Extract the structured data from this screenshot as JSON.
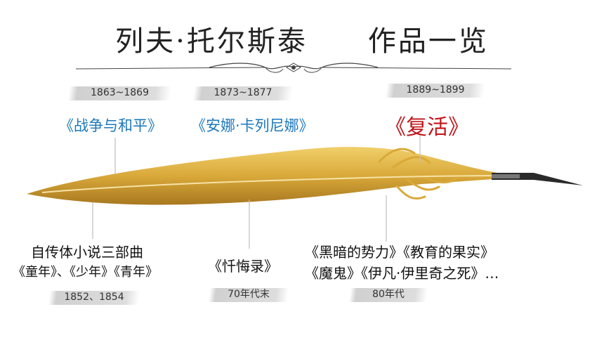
{
  "title": "列夫·托尔斯泰　　作品一览",
  "periods": {
    "p1": "1863~1869",
    "p2": "1873~1877",
    "p3": "1889~1899",
    "p4": "1852、1854",
    "p5": "70年代末",
    "p6": "80年代"
  },
  "works": {
    "war_and_peace": "《战争与和平》",
    "anna": "《安娜·卡列尼娜》",
    "resurrection": "《复活》",
    "trilogy_line1": "自传体小说三部曲",
    "trilogy_line2": "《童年》、《少年》《青年》",
    "confession": "《忏悔录》",
    "late_line1": "《黑暗的势力》《教育的果实》",
    "late_line2": "《魔鬼》《伊凡·伊里奇之死》…"
  },
  "colors": {
    "blue": "#1b78bd",
    "red": "#c0141a",
    "feather": "#d9a93a",
    "line": "#bfbfbf"
  },
  "icons": {
    "divider": "ornamental-divider-icon",
    "feather": "quill-feather-icon"
  }
}
